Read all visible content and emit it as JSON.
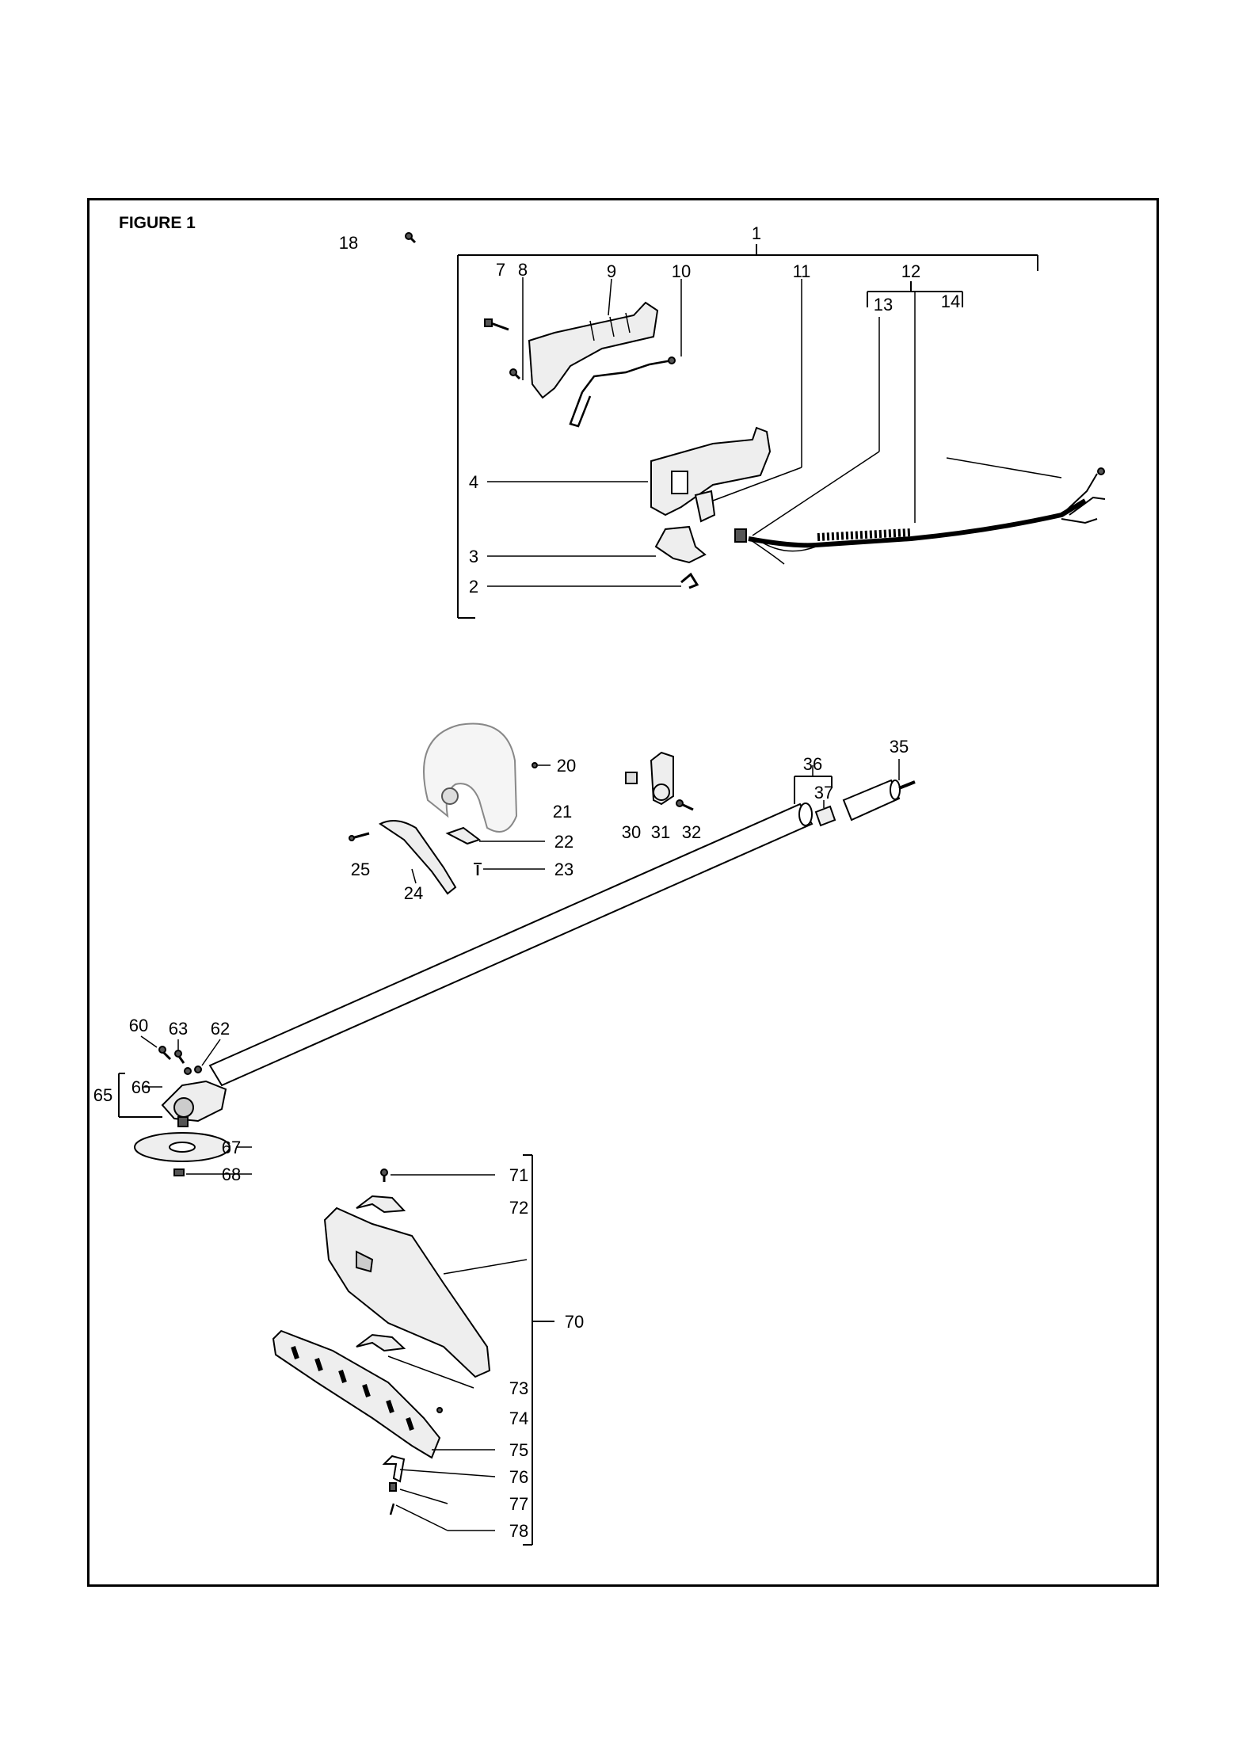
{
  "figure": {
    "title": "FIGURE 1"
  },
  "callouts": [
    "1",
    "2",
    "3",
    "4",
    "7",
    "8",
    "9",
    "10",
    "11",
    "12",
    "13",
    "14",
    "18",
    "20",
    "21",
    "22",
    "23",
    "24",
    "25",
    "30",
    "31",
    "32",
    "35",
    "36",
    "37",
    "60",
    "62",
    "63",
    "65",
    "66",
    "67",
    "68",
    "70",
    "71",
    "72",
    "73",
    "74",
    "75",
    "76",
    "77",
    "78"
  ],
  "colors": {
    "ink": "#000000",
    "part_fill": "#e8e8e8",
    "part_dark": "#555555"
  }
}
